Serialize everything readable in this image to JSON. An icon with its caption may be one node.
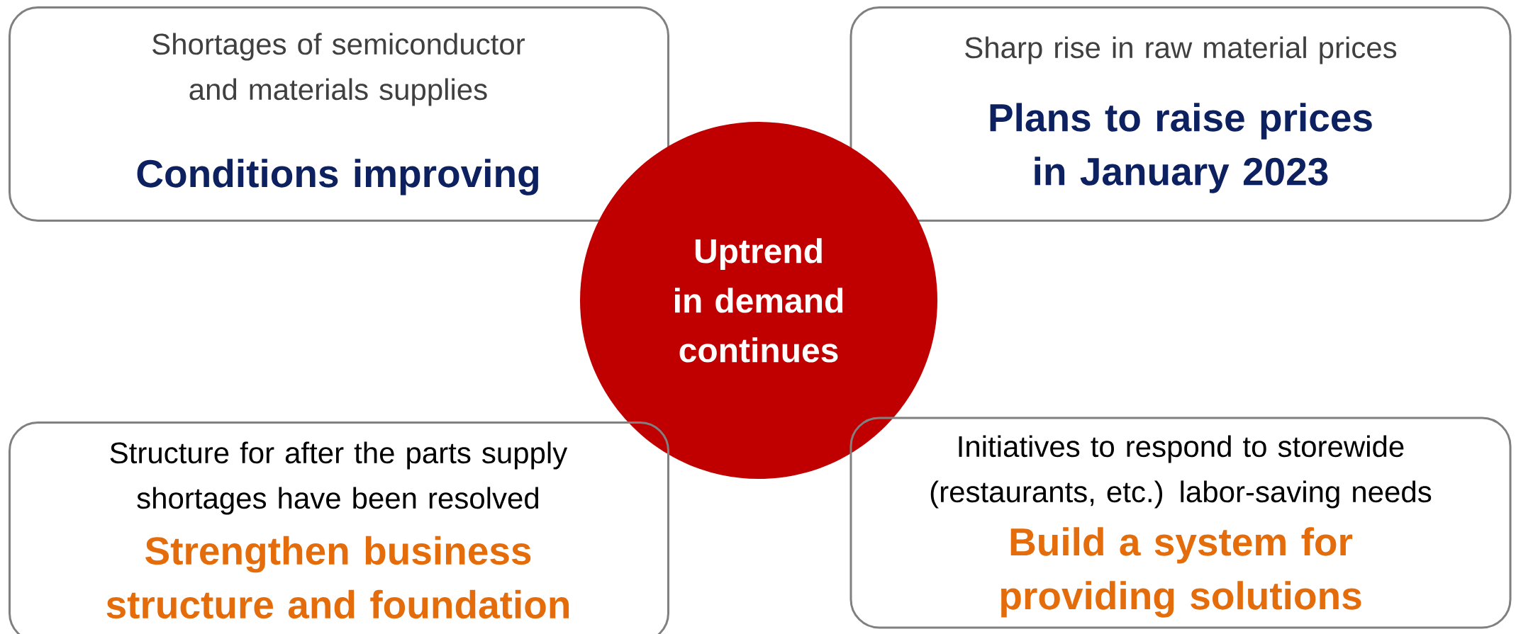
{
  "diagram": {
    "nodes": [
      {
        "text": [
          "Shortages of semiconductor and materials supplies",
          "Conditions improving"
        ]
      },
      {
        "text": [
          "Sharp rise in raw material prices",
          "Plans to raise prices in January 2023"
        ]
      },
      {
        "text": [
          "Uptrend in demand continues"
        ]
      },
      {
        "text": [
          "Structure for after the parts supply shortages have been resolved",
          "Strengthen business structure and foundation"
        ]
      },
      {
        "text": [
          "Initiatives to respond to storewide (restaurants, etc.) labor-saving needs",
          "Build a system for providing solutions"
        ]
      }
    ]
  }
}
